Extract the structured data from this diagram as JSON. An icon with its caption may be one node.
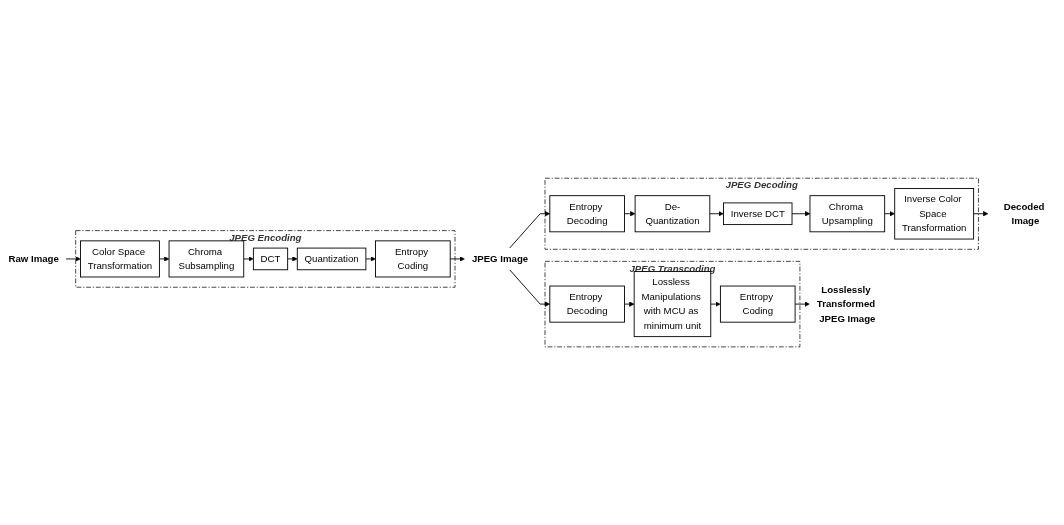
{
  "diagram": {
    "nodes": [
      {
        "text": [
          "JPEG Encoding"
        ]
      },
      {
        "text": [
          "Raw Image"
        ]
      },
      {
        "text": [
          "Color Space Transformation"
        ],
        "in": 0
      },
      {
        "text": [
          "Chroma Subsampling"
        ],
        "in": 0
      },
      {
        "text": [
          "DCT"
        ],
        "in": 0
      },
      {
        "text": [
          "Quantization"
        ],
        "in": 0
      },
      {
        "text": [
          "Entropy Coding"
        ],
        "in": 0
      },
      {
        "text": [
          "JPEG Decoding"
        ]
      },
      {
        "text": [
          "Decoded Image"
        ]
      },
      {
        "text": [
          "Inverse Color Space Transformation"
        ],
        "in": 7
      },
      {
        "text": [
          "Chroma Upsampling"
        ],
        "in": 7
      },
      {
        "text": [
          "Inverse DCT"
        ],
        "in": 7
      },
      {
        "text": [
          "De-Quantization"
        ],
        "in": 7
      },
      {
        "text": [
          "Entropy Decoding"
        ],
        "in": 7
      },
      {
        "text": [
          "JPEG Image"
        ]
      },
      {
        "text": [
          "JPEG Transcoding"
        ]
      },
      {
        "text": [
          "Losslessly Transformed JPEG Image"
        ]
      },
      {
        "text": [
          "Entropy Coding"
        ],
        "in": 15
      },
      {
        "text": [
          "Lossless Manipulations with MCU as minimum unit"
        ],
        "in": 15
      },
      {
        "text": [
          "Entropy Decoding"
        ],
        "in": 15
      }
    ],
    "edges": [
      {
        "from": 1,
        "to": 2,
        "arrow": "to"
      },
      {
        "from": 2,
        "to": 3,
        "arrow": "to"
      },
      {
        "from": 3,
        "to": 4,
        "arrow": "to"
      },
      {
        "from": 4,
        "to": 5,
        "arrow": "to"
      },
      {
        "from": 5,
        "to": 6,
        "arrow": "to"
      },
      {
        "from": 6,
        "to": 14,
        "arrow": "to"
      },
      {
        "from": 14,
        "to": 13,
        "arrow": "to"
      },
      {
        "from": 13,
        "to": 12,
        "arrow": "to"
      },
      {
        "from": 12,
        "to": 11,
        "arrow": "to"
      },
      {
        "from": 11,
        "to": 10,
        "arrow": "to"
      },
      {
        "from": 10,
        "to": 9,
        "arrow": "to"
      },
      {
        "from": 9,
        "to": 8,
        "arrow": "to"
      },
      {
        "from": 14,
        "to": 19,
        "arrow": "to"
      },
      {
        "from": 19,
        "to": 18,
        "arrow": "to"
      },
      {
        "from": 18,
        "to": 17,
        "arrow": "to"
      },
      {
        "from": 17,
        "to": 16,
        "arrow": "to"
      }
    ]
  }
}
